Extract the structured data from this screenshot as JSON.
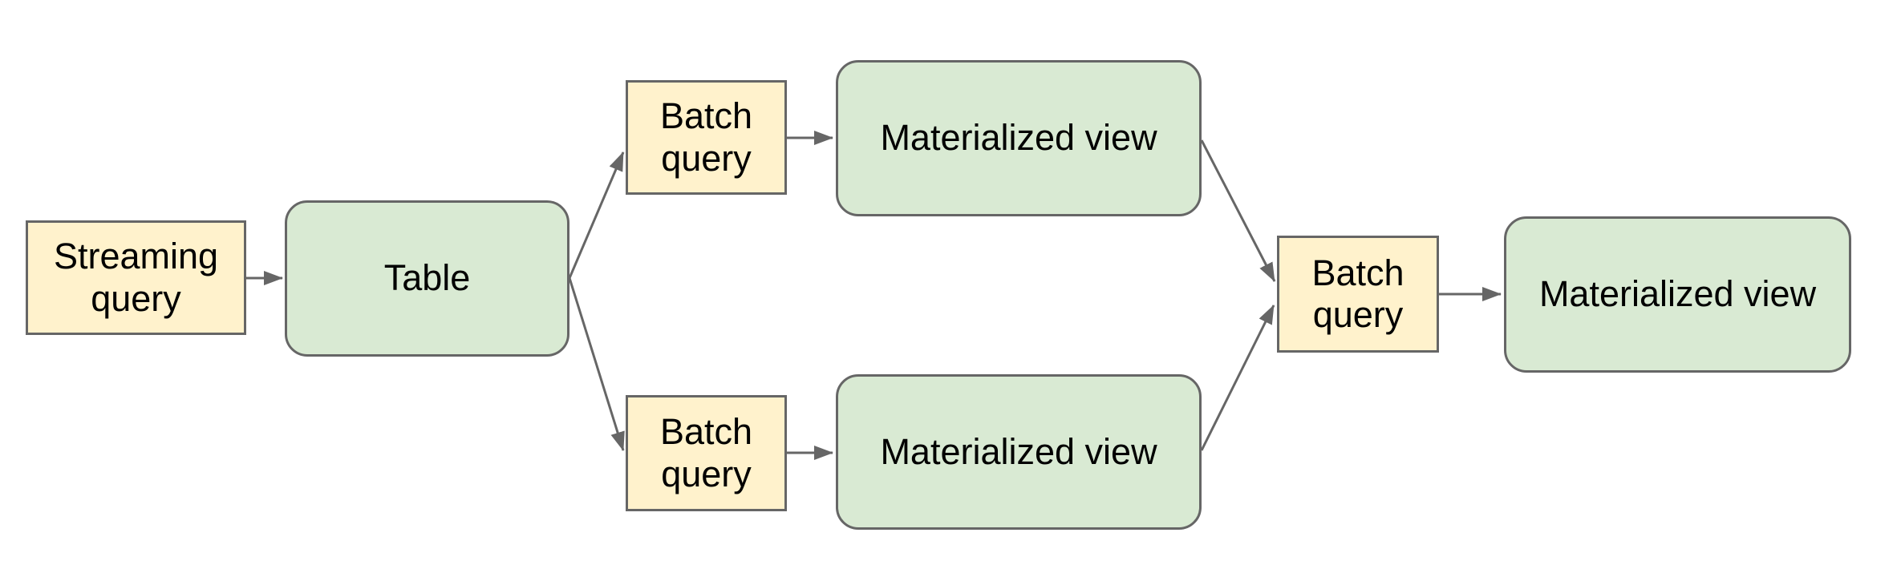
{
  "colors": {
    "background": "#ffffff",
    "query_fill": "#fff2cc",
    "view_fill": "#d9ead3",
    "border": "#666666",
    "arrow": "#666666",
    "text": "#000000"
  },
  "nodes": [
    {
      "id": "streaming-query",
      "label": "Streaming query",
      "kind": "query"
    },
    {
      "id": "table",
      "label": "Table",
      "kind": "view"
    },
    {
      "id": "batch-query-top",
      "label": "Batch query",
      "kind": "query"
    },
    {
      "id": "materialized-view-top",
      "label": "Materialized view",
      "kind": "view"
    },
    {
      "id": "batch-query-bottom",
      "label": "Batch query",
      "kind": "query"
    },
    {
      "id": "materialized-view-bottom",
      "label": "Materialized view",
      "kind": "view"
    },
    {
      "id": "batch-query-join",
      "label": "Batch query",
      "kind": "query"
    },
    {
      "id": "materialized-view-final",
      "label": "Materialized view",
      "kind": "view"
    }
  ],
  "edges": [
    {
      "from": "streaming-query",
      "to": "table"
    },
    {
      "from": "table",
      "to": "batch-query-top"
    },
    {
      "from": "table",
      "to": "batch-query-bottom"
    },
    {
      "from": "batch-query-top",
      "to": "materialized-view-top"
    },
    {
      "from": "batch-query-bottom",
      "to": "materialized-view-bottom"
    },
    {
      "from": "materialized-view-top",
      "to": "batch-query-join"
    },
    {
      "from": "materialized-view-bottom",
      "to": "batch-query-join"
    },
    {
      "from": "batch-query-join",
      "to": "materialized-view-final"
    }
  ]
}
